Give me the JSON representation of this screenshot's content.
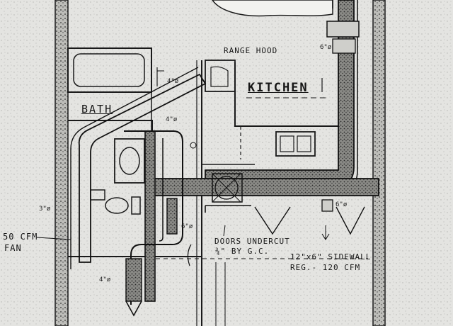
{
  "drawing": {
    "labels": {
      "range_hood": "RANGE HOOD",
      "kitchen": "KITCHEN",
      "bath": "BATH",
      "fan_line1": "50 CFM",
      "fan_line2": "FAN",
      "doors_line1": "DOORS UNDERCUT",
      "doors_line2": "¾\" BY G.C.",
      "sidewall_line1": "12\"x6\" SIDEWALL",
      "sidewall_line2": "REG.- 120 CFM"
    },
    "dimensions": {
      "supply_top": "6\"ø",
      "supply_right": "6\"ø",
      "fan_duct": "3\"ø",
      "bath_drop": "6\"ø",
      "bath_upper": "4\"ø",
      "bath_mid": "4\"ø",
      "lower_left": "4\"ø"
    }
  },
  "colors": {
    "paper": "#e4e4e1",
    "ink": "#161616",
    "duct_fill": "#8a8a86"
  }
}
